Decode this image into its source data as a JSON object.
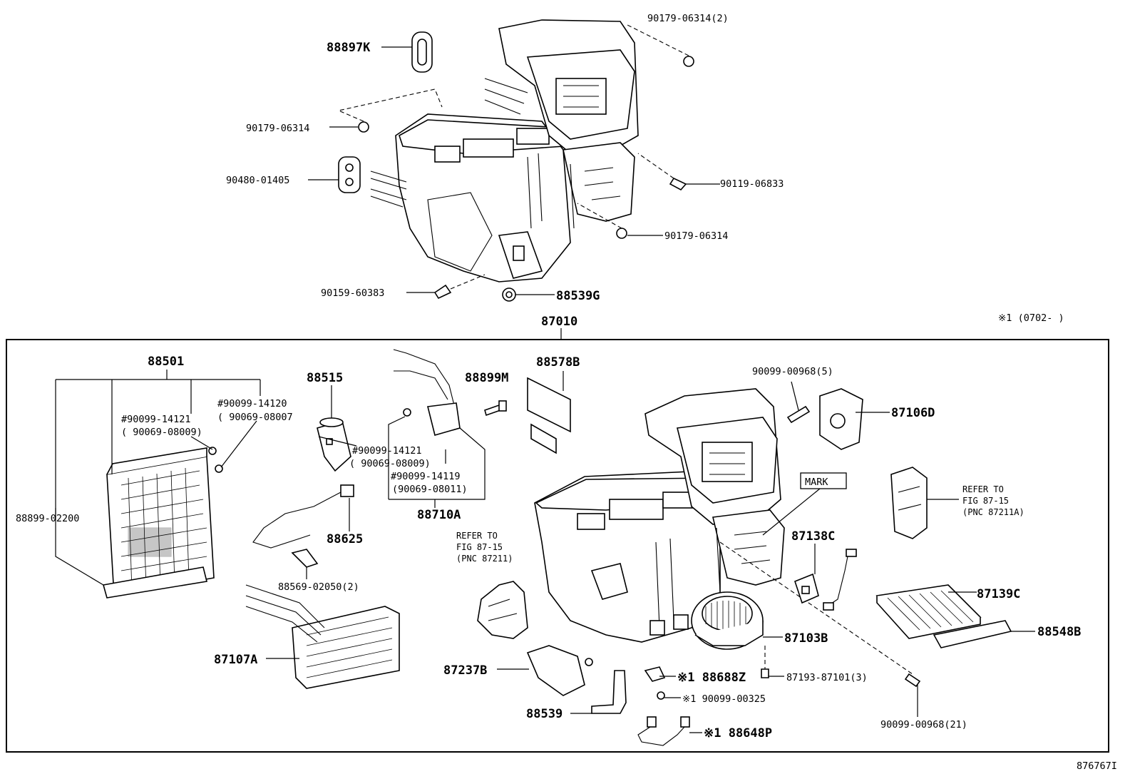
{
  "labels": {
    "p88897k": "88897K",
    "p90179_06314_2": "90179-06314(2)",
    "p90179_06314_a": "90179-06314",
    "p90480_01405": "90480-01405",
    "p90119_06833": "90119-06833",
    "p90179_06314_b": "90179-06314",
    "p90159_60383": "90159-60383",
    "p88539g": "88539G",
    "p87010": "87010",
    "note_range": "※1 (0702-    )",
    "p88501": "88501",
    "p90099_14121_a": "#90099-14121",
    "p90069_08009_a": "( 90069-08009)",
    "p90099_14120": "#90099-14120",
    "p90069_08007": "( 90069-08007",
    "p88899_02200": "88899-02200",
    "p88515": "88515",
    "p90099_14121_b": "#90099-14121",
    "p90069_08009_b": "( 90069-08009)",
    "p90099_14119": "#90099-14119",
    "p90069_08011": "(90069-08011)",
    "p88710a": "88710A",
    "p88899m": "88899M",
    "p88578b": "88578B",
    "p88625": "88625",
    "p88569_02050": "88569-02050(2)",
    "refer1_a": "REFER TO",
    "refer1_b": "FIG 87-15",
    "refer1_c": "(PNC 87211)",
    "p90099_00968_5": "90099-00968(5)",
    "p87106d": "87106D",
    "mark": "MARK",
    "refer2_a": "REFER TO",
    "refer2_b": "FIG 87-15",
    "refer2_c": "(PNC 87211A)",
    "p87138c": "87138C",
    "p87139c": "87139C",
    "p87103b": "87103B",
    "p88548b": "88548B",
    "p87107a": "87107A",
    "p87237b": "87237B",
    "p88688z": "※1 88688Z",
    "p87193_87101": "87193-87101(3)",
    "p90099_00325": "※1 90099-00325",
    "p88539": "88539",
    "p88648p": "※1 88648P",
    "p90099_00968_21": "90099-00968(21)",
    "catalog_id": "876767I"
  }
}
